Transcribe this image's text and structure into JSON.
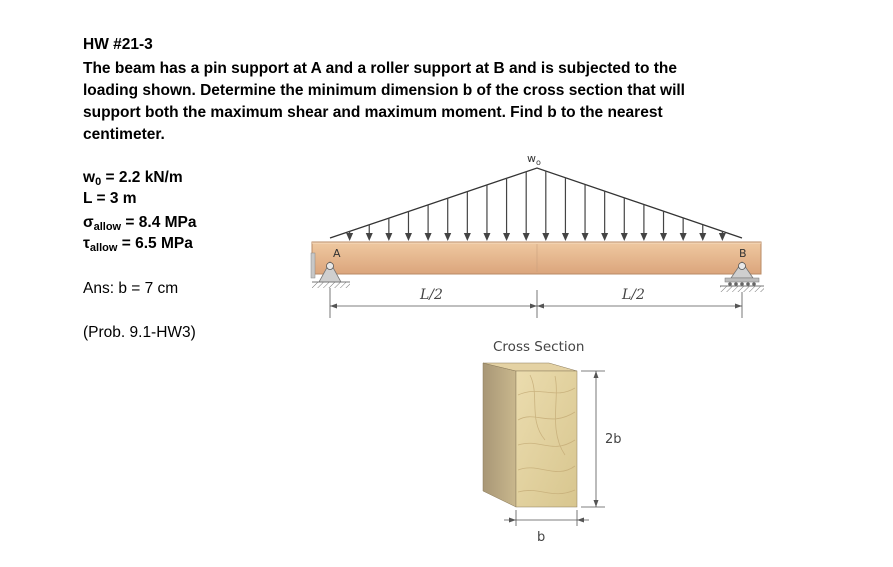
{
  "header": {
    "title": "HW #21-3"
  },
  "problem": {
    "statement": "The beam has a pin support at A and a roller support at B and is subjected to the loading shown.  Determine the minimum dimension b of the cross section that will support both the maximum shear and maximum moment.  Find b to the nearest centimeter."
  },
  "given": {
    "w0": {
      "symbol": "w",
      "sub": "0",
      "value": " = 2.2 kN/m"
    },
    "L": {
      "text": "L = 3 m"
    },
    "sigma": {
      "symbol": "σ",
      "sub": "allow",
      "value": " = 8.4 MPa"
    },
    "tau": {
      "symbol": "τ",
      "sub": "allow",
      "value": " = 6.5 MPa"
    }
  },
  "answer": {
    "text": "Ans: b = 7 cm"
  },
  "reference": {
    "text": "(Prob. 9.1-HW3)"
  },
  "figure": {
    "load_label": "w",
    "load_label_sub": "o",
    "support_a_label": "A",
    "support_b_label": "B",
    "half_span_left": "L/2",
    "half_span_right": "L/2",
    "cross_section_title": "Cross Section",
    "height_label": "2b",
    "width_label": "b"
  }
}
